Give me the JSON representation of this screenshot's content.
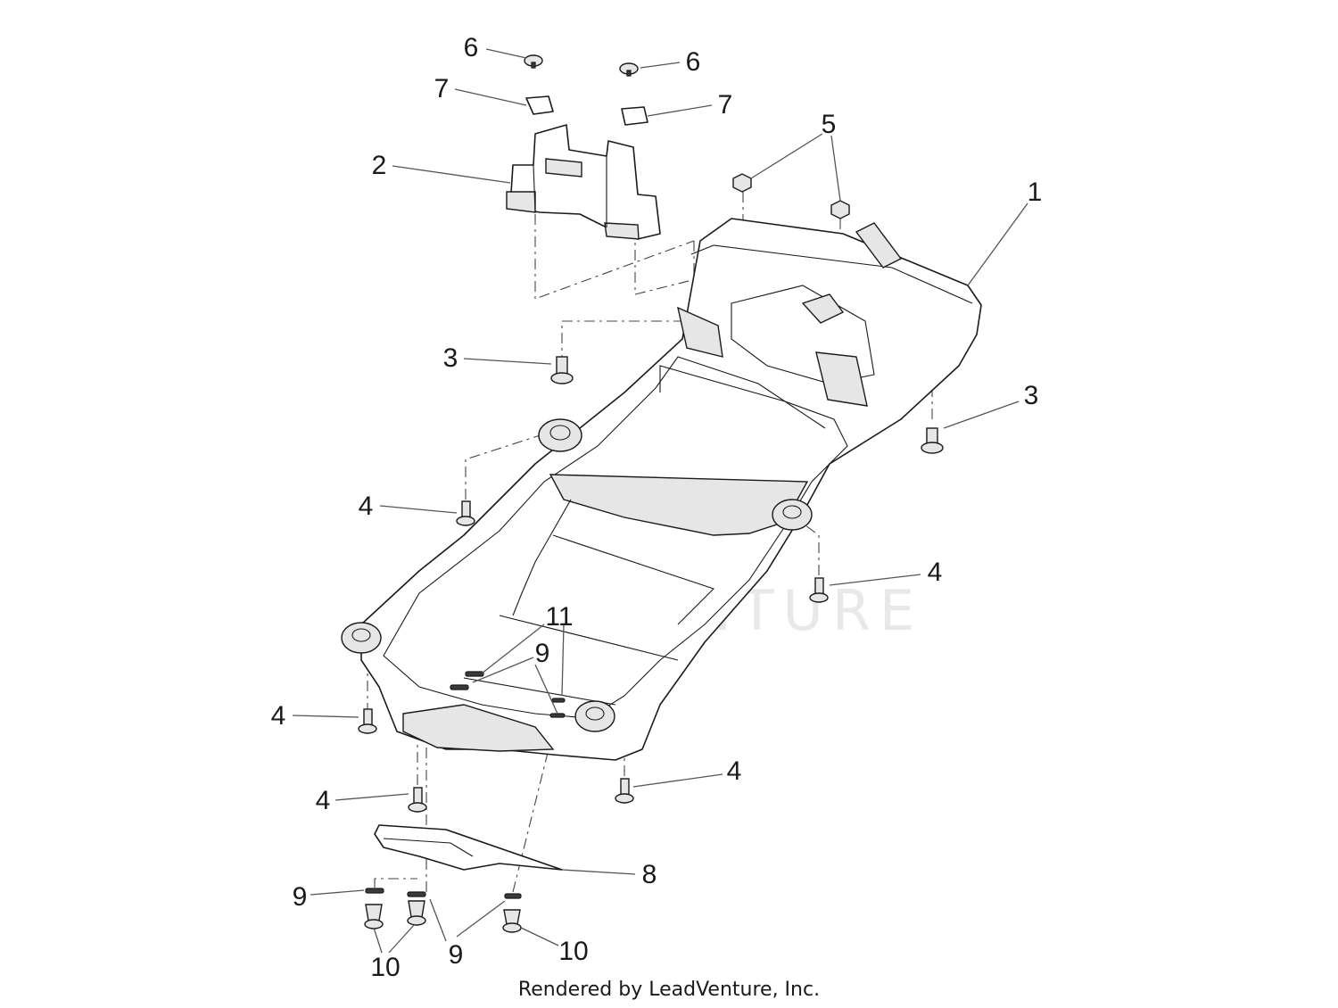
{
  "watermark": "LEADVENTURE",
  "footer": "Rendered by LeadVenture, Inc.",
  "callouts": [
    {
      "id": "c6a",
      "label": "6"
    },
    {
      "id": "c6b",
      "label": "6"
    },
    {
      "id": "c7a",
      "label": "7"
    },
    {
      "id": "c7b",
      "label": "7"
    },
    {
      "id": "c5",
      "label": "5"
    },
    {
      "id": "c2",
      "label": "2"
    },
    {
      "id": "c1",
      "label": "1"
    },
    {
      "id": "c3a",
      "label": "3"
    },
    {
      "id": "c3b",
      "label": "3"
    },
    {
      "id": "c4a",
      "label": "4"
    },
    {
      "id": "c4b",
      "label": "4"
    },
    {
      "id": "c11",
      "label": "11"
    },
    {
      "id": "c9a",
      "label": "9"
    },
    {
      "id": "c4c",
      "label": "4"
    },
    {
      "id": "c4d",
      "label": "4"
    },
    {
      "id": "c4e",
      "label": "4"
    },
    {
      "id": "c8",
      "label": "8"
    },
    {
      "id": "c9b",
      "label": "9"
    },
    {
      "id": "c9c",
      "label": "9"
    },
    {
      "id": "c10a",
      "label": "10"
    },
    {
      "id": "c10b",
      "label": "10"
    }
  ]
}
